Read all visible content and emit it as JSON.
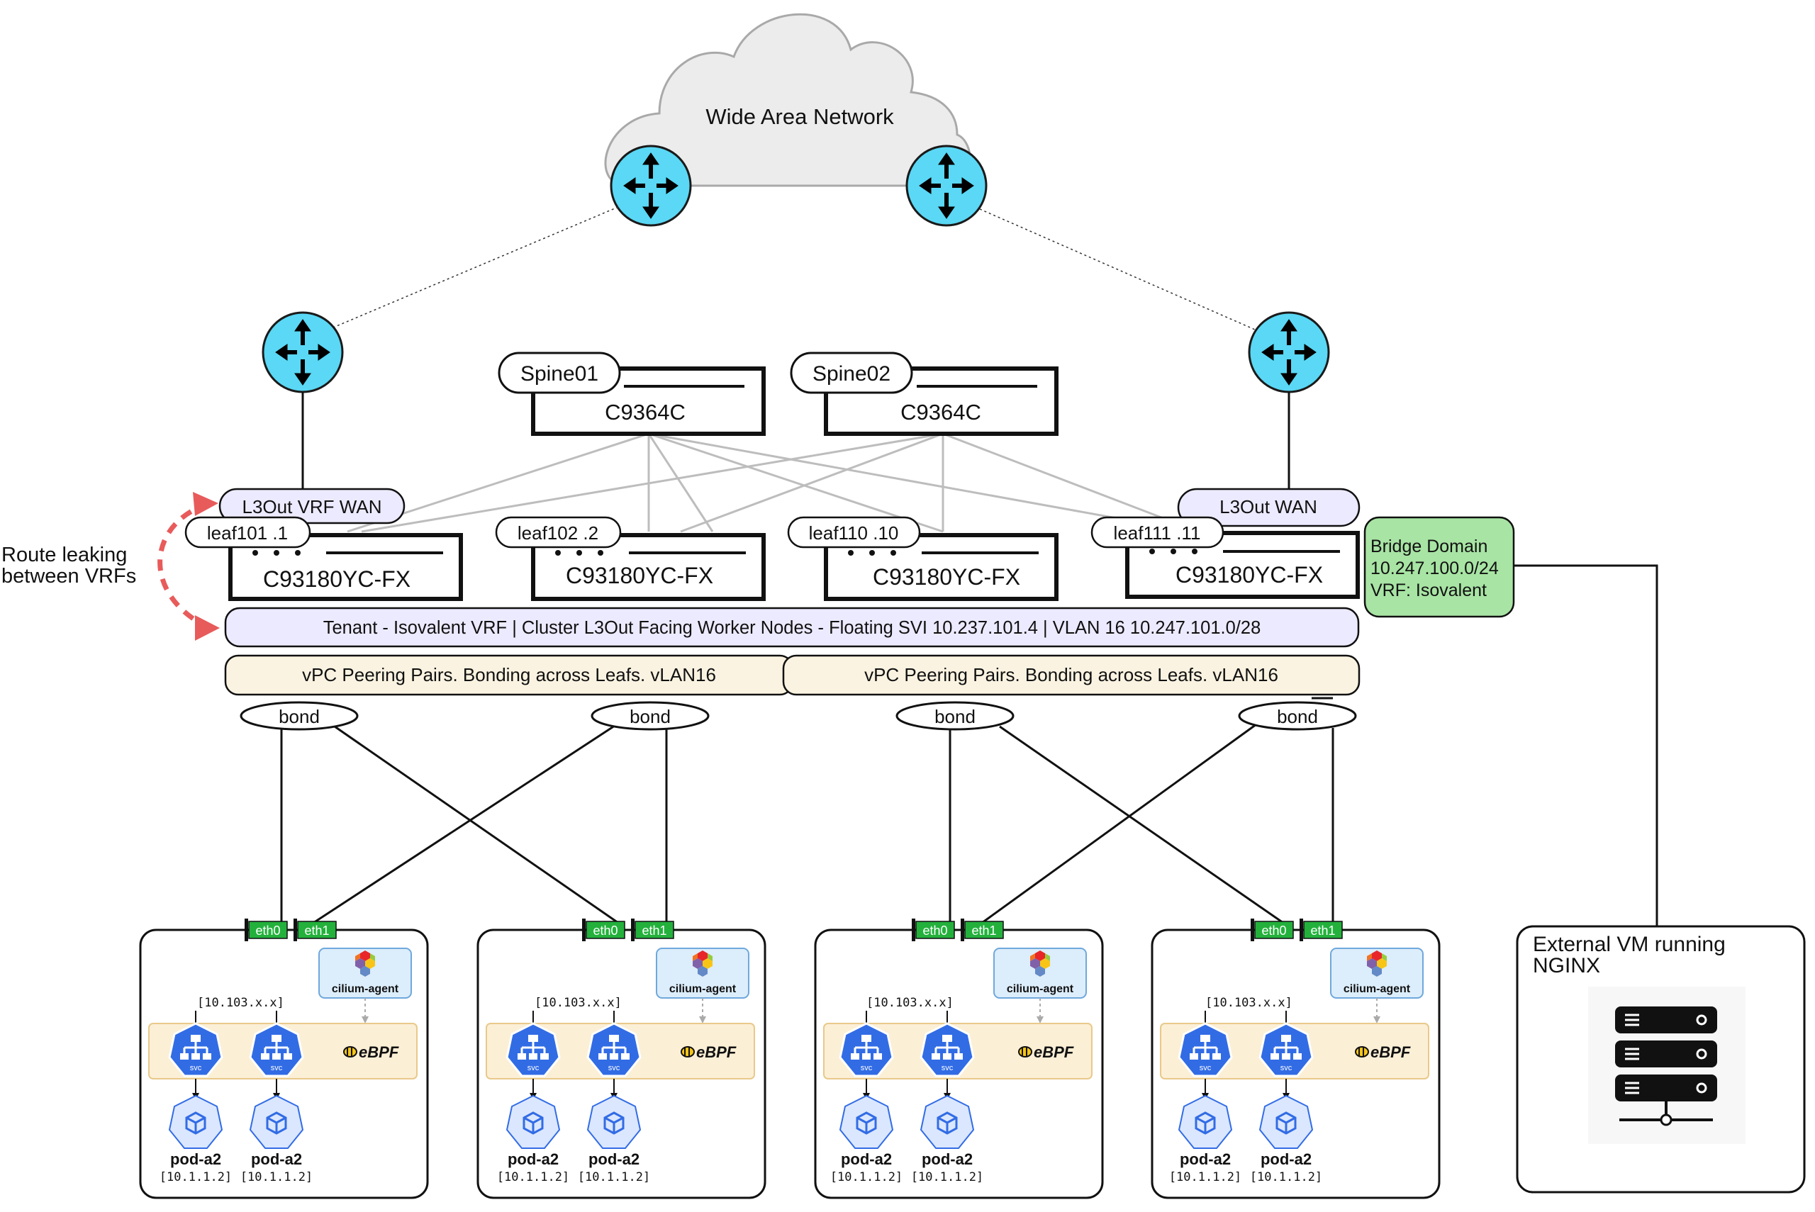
{
  "wan": {
    "label": "Wide Area Network"
  },
  "route_leak": {
    "line1": "Route leaking",
    "line2": "between VRFs"
  },
  "spines": [
    {
      "name": "Spine01",
      "model": "C9364C"
    },
    {
      "name": "Spine02",
      "model": "C9364C"
    }
  ],
  "leafs": [
    {
      "name": "leaf101 .1",
      "model": "C93180YC-FX"
    },
    {
      "name": "leaf102 .2",
      "model": "C93180YC-FX"
    },
    {
      "name": "leaf110 .10",
      "model": "C93180YC-FX"
    },
    {
      "name": "leaf111 .11",
      "model": "C93180YC-FX"
    }
  ],
  "l3out": {
    "left": "L3Out VRF WAN",
    "right": "L3Out WAN"
  },
  "bridge_domain": {
    "line1": "Bridge Domain",
    "line2": "10.247.100.0/24",
    "line3": "VRF: Isovalent"
  },
  "tenant_bar": "Tenant - Isovalent VRF | Cluster L3Out Facing Worker Nodes - Floating SVI 10.237.101.4 | VLAN 16 10.247.101.0/28",
  "vpc": {
    "left": "vPC Peering Pairs. Bonding across Leafs. vLAN16",
    "right": "vPC Peering Pairs. Bonding across Leafs. vLAN16"
  },
  "bond_label": "bond",
  "worker": {
    "eth0": "eth0",
    "eth1": "eth1",
    "cilium_agent": "cilium-agent",
    "svc_ip": "[10.103.x.x]",
    "svc_icon_text": "svc",
    "ebpf": "eBPF",
    "pod_name": "pod-a2",
    "pod_ip": "[10.1.1.2]"
  },
  "external_vm": {
    "line1": "External VM running",
    "line2": "NGINX"
  },
  "colors": {
    "router": "#5ad8f5",
    "cloud": "#ececec",
    "l3out_fill": "#eceaff",
    "bridge_fill": "#a8e4a4",
    "vpc_fill": "#faf3e1",
    "ebpf_band": "#fbefd6",
    "cilium_box": "#dcedfb",
    "k8s_blue": "#326ce5",
    "eth_green": "#23b13c",
    "route_leak_red": "#e85b5b"
  },
  "icons": [
    "router-icon",
    "cloud-icon",
    "server-rack-icon",
    "kubernetes-svc-icon",
    "kubernetes-pod-icon",
    "cilium-logo-icon",
    "ebpf-bee-icon"
  ]
}
